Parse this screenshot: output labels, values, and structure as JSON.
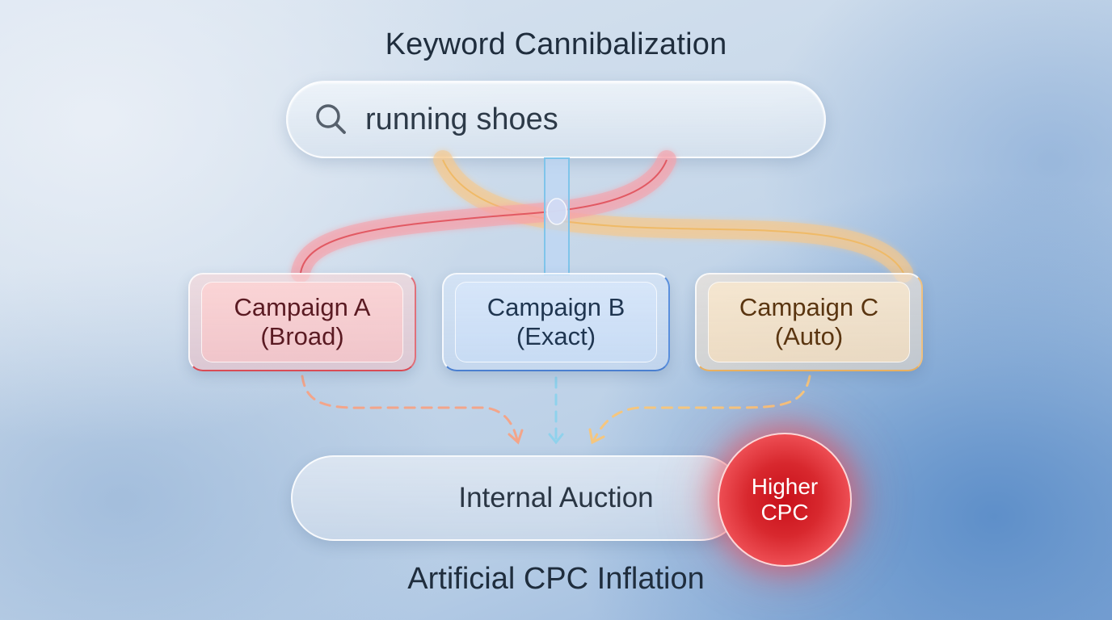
{
  "diagram": {
    "title": "Keyword Cannibalization",
    "search": {
      "icon": "search-icon",
      "query": "running shoes"
    },
    "campaigns": [
      {
        "name": "Campaign A",
        "match_type": "(Broad)",
        "color": "#e0505a"
      },
      {
        "name": "Campaign B",
        "match_type": "(Exact)",
        "color": "#5a9ae0"
      },
      {
        "name": "Campaign C",
        "match_type": "(Auto)",
        "color": "#f0b860"
      }
    ],
    "auction": {
      "label": "Internal Auction",
      "badge_line1": "Higher",
      "badge_line2": "CPC",
      "badge_color": "#d8202a"
    },
    "footer": "Artificial CPC Inflation"
  }
}
